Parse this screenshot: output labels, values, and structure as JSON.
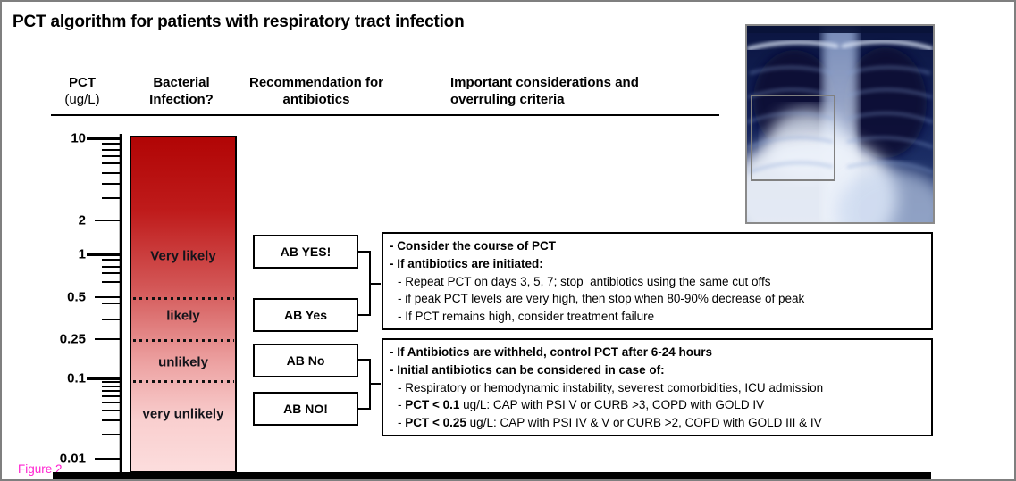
{
  "title": "PCT algorithm for patients with respiratory tract infection",
  "figure_label": "Figure 2",
  "colors": {
    "column_gradient_stops": [
      "#b10505 0%",
      "#bf1b1b 22%",
      "#d35757 45%",
      "#eda3a3 68%",
      "#f9cfcf 85%",
      "#fcdddd 100%"
    ],
    "figure_label": "#ff21d0",
    "box_border": "#000000",
    "xray_dark": "#0e1a4a",
    "roi_outline": "#808080"
  },
  "columns": {
    "pct": {
      "line1": "PCT",
      "line2": "(ug/L)"
    },
    "bacterial": {
      "line1": "Bacterial",
      "line2": "Infection?"
    },
    "recommendation": {
      "line1": "Recommendation for",
      "line2": "antibiotics"
    },
    "considerations": {
      "line1": "Important considerations and",
      "line2": "overruling criteria"
    }
  },
  "scale": {
    "unit": "ug/L",
    "type": "logarithmic",
    "tick_labels": [
      {
        "label": "10",
        "major": true
      },
      {
        "label": "2",
        "major": false
      },
      {
        "label": "1",
        "major": true
      },
      {
        "label": "0.5",
        "major": false
      },
      {
        "label": "0.25",
        "major": false
      },
      {
        "label": "0.1",
        "major": true
      },
      {
        "label": "0.01",
        "major": false
      }
    ],
    "dotted_cutoffs": [
      "0.5",
      "0.25",
      "0.1"
    ]
  },
  "likelihood_zones": [
    "Very likely",
    "likely",
    "unlikely",
    "very unlikely"
  ],
  "antibiotic_boxes": [
    "AB YES!",
    "AB Yes",
    "AB No",
    "AB NO!"
  ],
  "consideration_boxes": [
    {
      "lines": [
        {
          "indent": 0,
          "segments": [
            {
              "text": "- Consider the course of PCT",
              "bold": true
            }
          ]
        },
        {
          "indent": 0,
          "segments": [
            {
              "text": "- If antibiotics are initiated:",
              "bold": true
            }
          ]
        },
        {
          "indent": 1,
          "segments": [
            {
              "text": "- Repeat PCT on days 3, 5, 7; stop  antibiotics using the same cut offs",
              "bold": false
            }
          ]
        },
        {
          "indent": 1,
          "segments": [
            {
              "text": "- if peak PCT levels are very high, then stop when 80-90% decrease of peak",
              "bold": false
            }
          ]
        },
        {
          "indent": 1,
          "segments": [
            {
              "text": "- If PCT remains high, consider treatment failure",
              "bold": false
            }
          ]
        }
      ]
    },
    {
      "lines": [
        {
          "indent": 0,
          "segments": [
            {
              "text": "- If Antibiotics are withheld, control PCT after 6-24 hours",
              "bold": true
            }
          ]
        },
        {
          "indent": 0,
          "segments": [
            {
              "text": "- Initial antibiotics can be considered in case of:",
              "bold": true
            }
          ]
        },
        {
          "indent": 1,
          "segments": [
            {
              "text": "- Respiratory or hemodynamic instability, severest comorbidities, ICU admission",
              "bold": false
            }
          ]
        },
        {
          "indent": 1,
          "segments": [
            {
              "text": "- ",
              "bold": false
            },
            {
              "text": "PCT < 0.1",
              "bold": true
            },
            {
              "text": " ug/L: CAP with PSI V or CURB >3, COPD with GOLD IV",
              "bold": false
            }
          ]
        },
        {
          "indent": 1,
          "segments": [
            {
              "text": "- ",
              "bold": false
            },
            {
              "text": "PCT < 0.25",
              "bold": true
            },
            {
              "text": " ug/L: CAP with PSI IV & V or CURB >2, COPD with GOLD III & IV",
              "bold": false
            }
          ]
        }
      ]
    }
  ],
  "xray": {
    "description": "chest X-ray with region-of-interest rectangle over right lower lung field"
  }
}
